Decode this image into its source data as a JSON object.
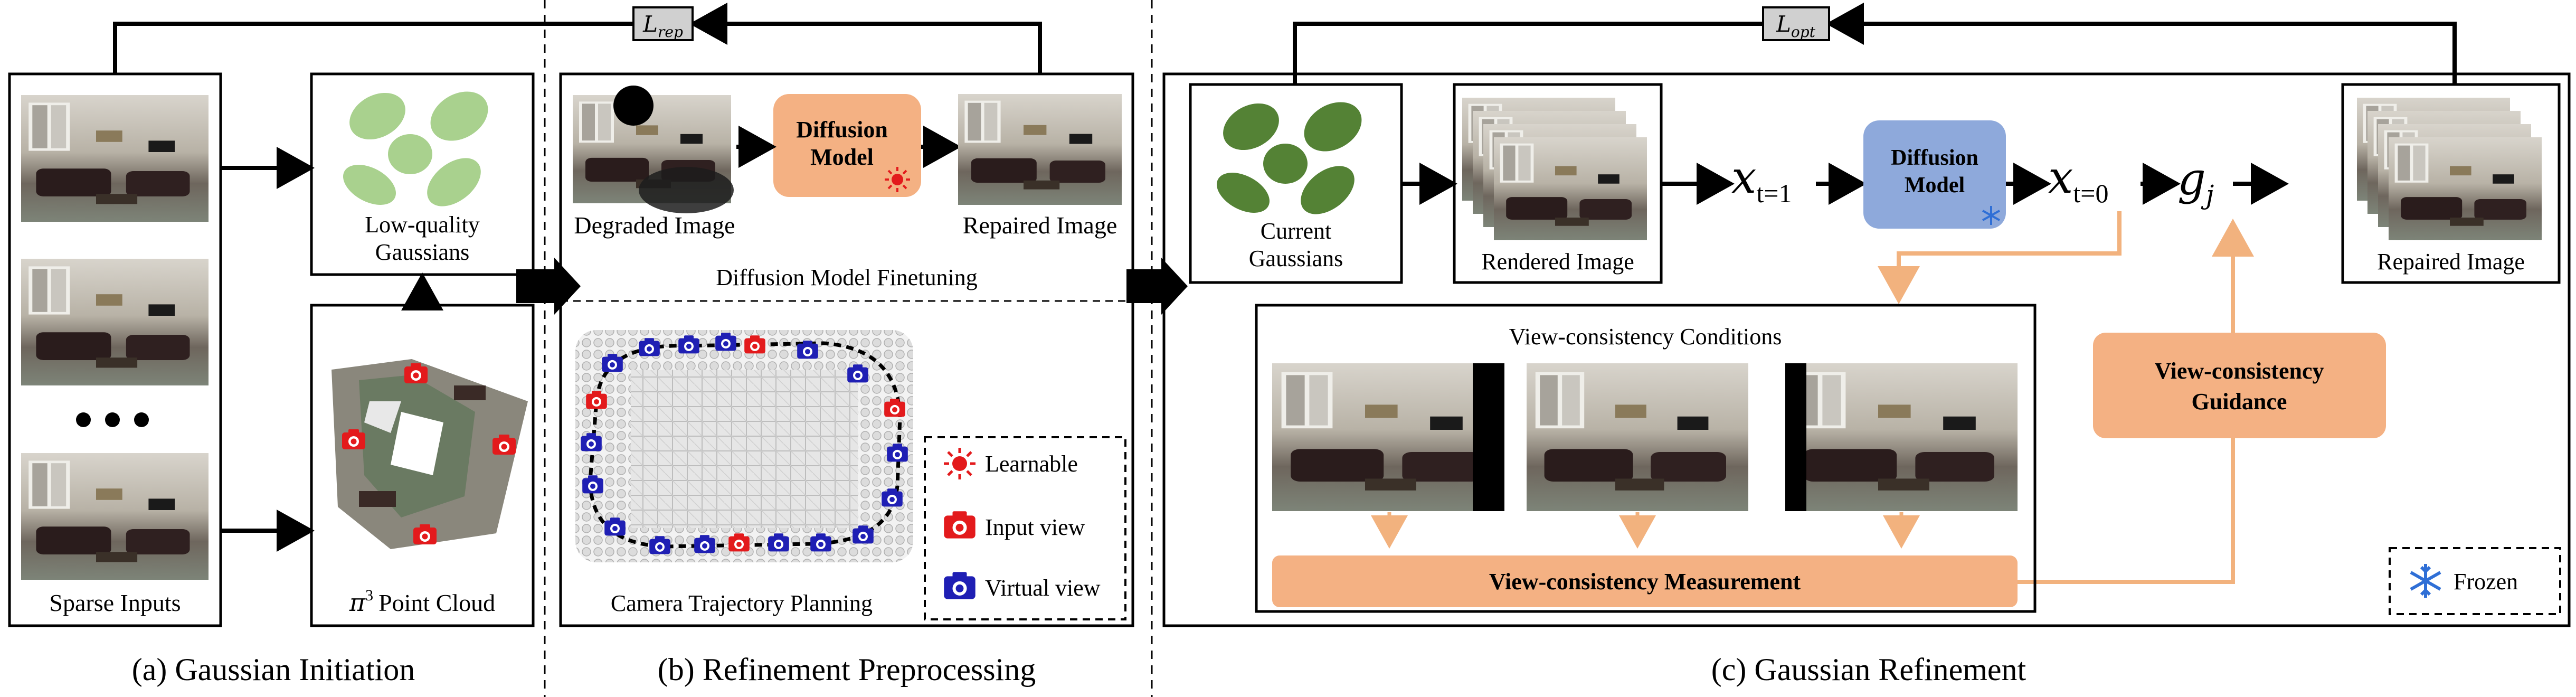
{
  "losses": {
    "rep": {
      "base": "L",
      "sub": "rep"
    },
    "opt": {
      "base": "L",
      "sub": "opt"
    }
  },
  "panel_a": {
    "sparse_inputs_label": "Sparse Inputs",
    "low_quality_label_1": "Low-quality",
    "low_quality_label_2": "Gaussians",
    "point_cloud_label": "Point Cloud",
    "point_cloud_symbol": "π",
    "point_cloud_sup": "3",
    "caption": "(a) Gaussian Initiation"
  },
  "panel_b": {
    "degraded_label": "Degraded Image",
    "diffusion_label_1": "Diffusion",
    "diffusion_label_2": "Model",
    "repaired_label": "Repaired Image",
    "finetune_label": "Diffusion Model Finetuning",
    "trajectory_label": "Camera Trajectory Planning",
    "legend": {
      "learnable": "Learnable",
      "input_view": "Input view",
      "virtual_view": "Virtual view"
    },
    "caption": "(b) Refinement Preprocessing"
  },
  "panel_c": {
    "current_label_1": "Current",
    "current_label_2": "Gaussians",
    "rendered_label": "Rendered Image",
    "x_t1": {
      "base": "x",
      "sub": "t=1"
    },
    "diffusion_label_1": "Diffusion",
    "diffusion_label_2": "Model",
    "x_t0": {
      "base": "x",
      "sub": "t=0"
    },
    "g_j": {
      "base": "g",
      "sub": "j"
    },
    "repaired_label": "Repaired Image",
    "conditions_label": "View-consistency Conditions",
    "guidance_label_1": "View-consistency",
    "guidance_label_2": "Guidance",
    "measurement_label": "View-consistency Measurement",
    "frozen_label": "Frozen",
    "caption": "(c) Gaussian Refinement"
  },
  "colors": {
    "orange_fill": "#f4b183",
    "orange_line": "#f2b27e",
    "blue_fill": "#8ea9db",
    "gauss_light": "#a9d18e",
    "gauss_dark": "#548235",
    "cam_red": "#e31a1c",
    "cam_blue": "#1f1fb4"
  }
}
